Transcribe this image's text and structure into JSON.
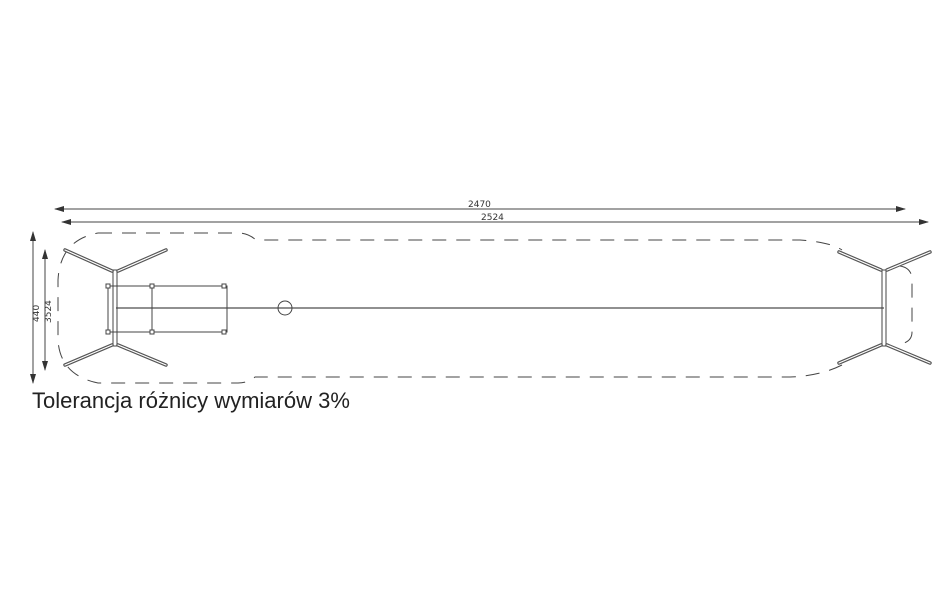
{
  "dimensions": {
    "length_outer": "2470",
    "length_inner": "2524",
    "width_outer": "440",
    "width_inner": "3524"
  },
  "note": "Tolerancja różnicy wymiarów 3%",
  "colors": {
    "line": "#333333",
    "leg": "#555555",
    "background": "#ffffff"
  }
}
